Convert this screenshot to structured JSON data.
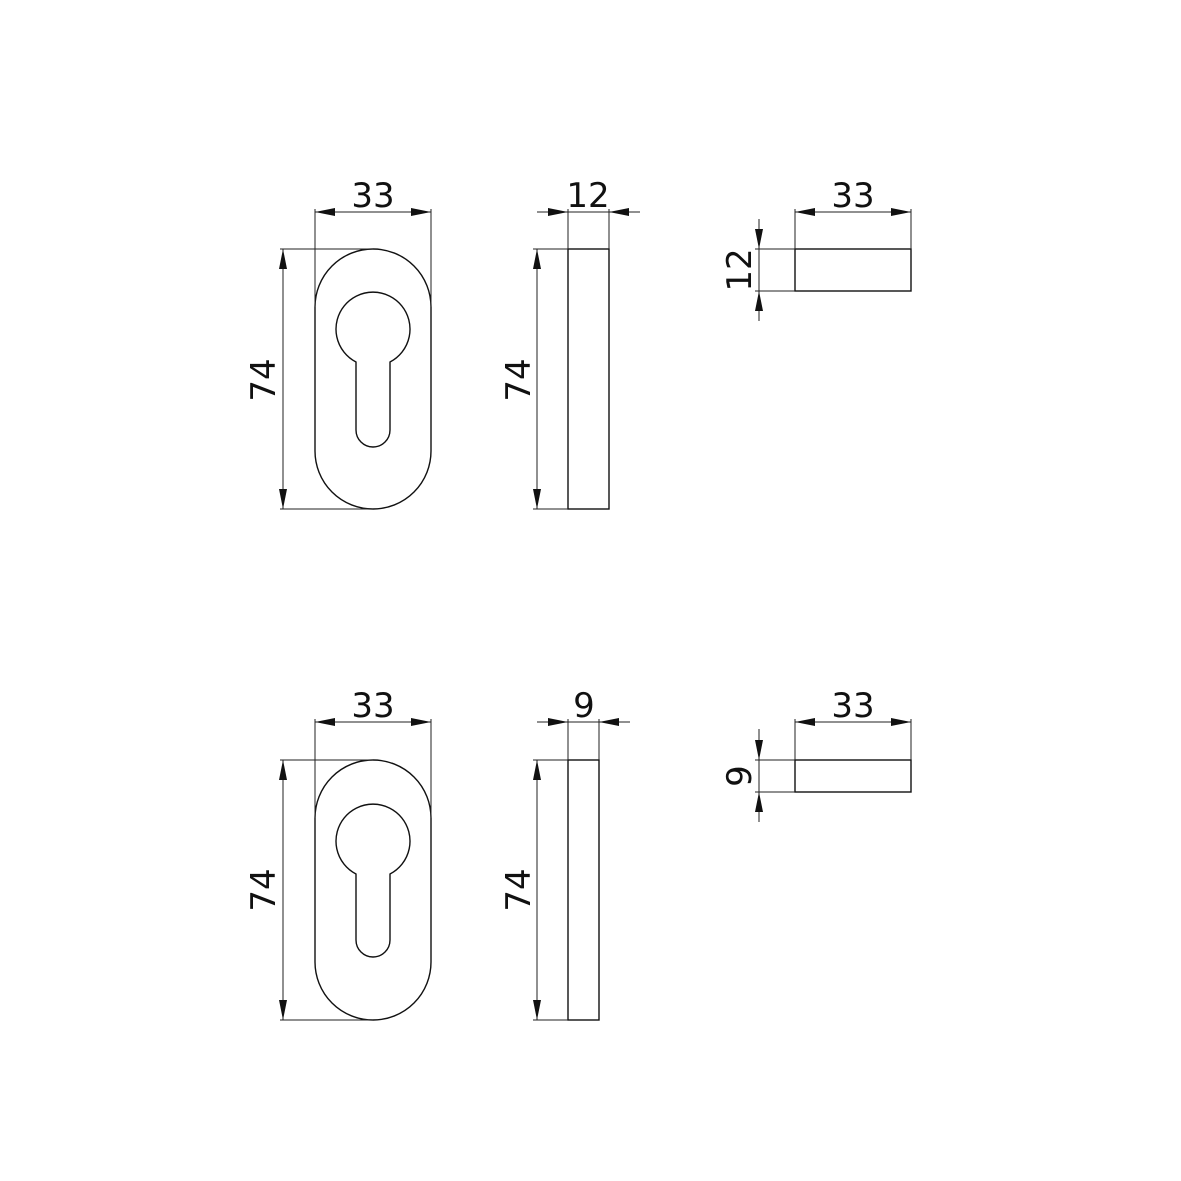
{
  "diagram": {
    "stroke_color": "#111111",
    "background": "#ffffff",
    "variants": [
      {
        "front": {
          "width_label": "33",
          "height_label": "74"
        },
        "side": {
          "depth_label": "12",
          "height_label": "74"
        },
        "top": {
          "width_label": "33",
          "depth_label": "12"
        }
      },
      {
        "front": {
          "width_label": "33",
          "height_label": "74"
        },
        "side": {
          "depth_label": "9",
          "height_label": "74"
        },
        "top": {
          "width_label": "33",
          "depth_label": "9"
        }
      }
    ]
  }
}
